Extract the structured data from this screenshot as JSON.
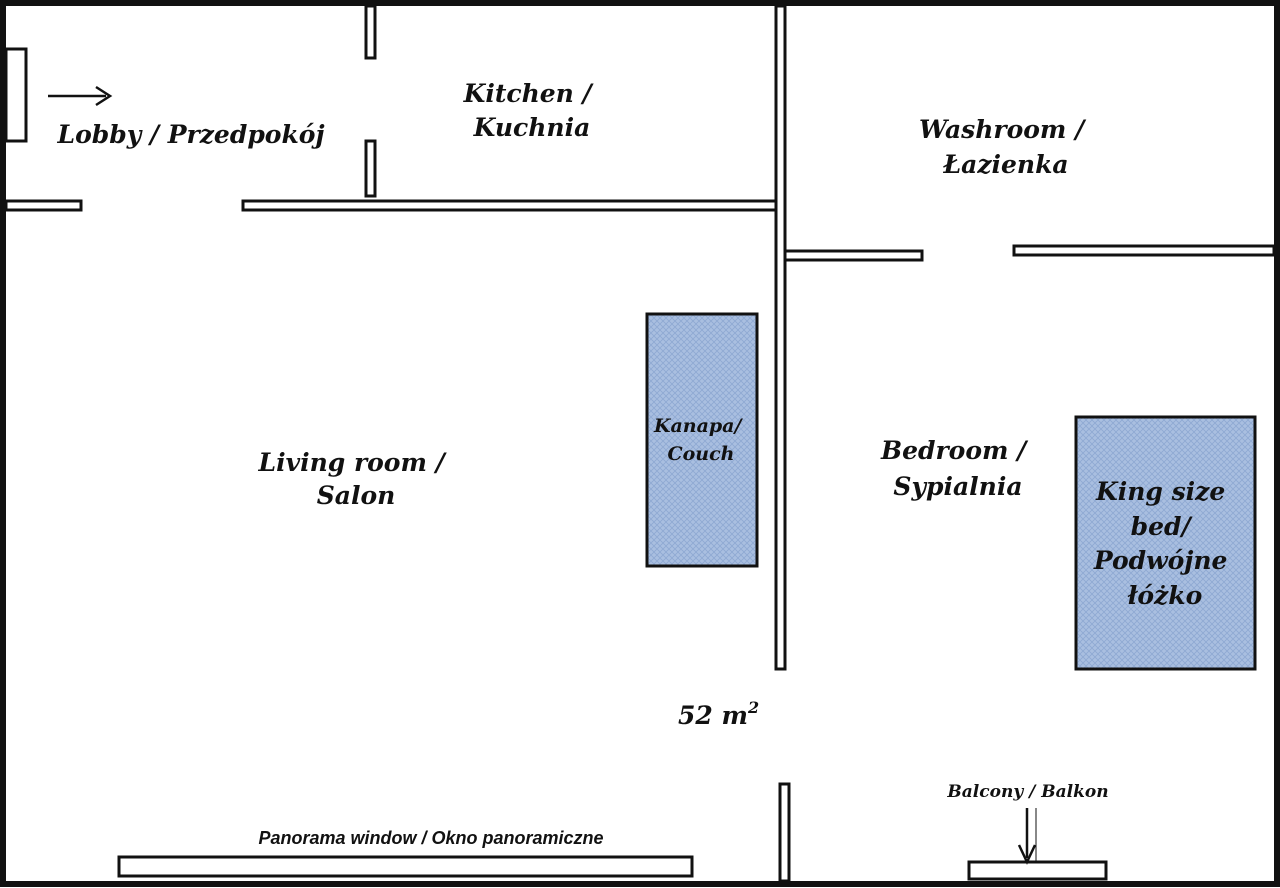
{
  "rooms": {
    "lobby": "Lobby / Przedpokój",
    "kitchen": [
      "Kitchen /",
      "Kuchnia"
    ],
    "washroom": [
      "Washroom  /",
      "Łazienka"
    ],
    "living": [
      "Living room /",
      "Salon"
    ],
    "bedroom": [
      "Bedroom /",
      "Sypialnia"
    ]
  },
  "furniture": {
    "couch": [
      "Kanapa/",
      "Couch"
    ],
    "bed": [
      "King size",
      "bed/",
      "Podwójne",
      "łóżko"
    ]
  },
  "area": {
    "value": "52 m",
    "superscript": "2"
  },
  "panorama_window": "Panorama window /  Okno panoramiczne",
  "balcony": "Balcony / Balkon",
  "colors": {
    "wall": "#111111",
    "furniture_fill": "#a9bfe0",
    "furniture_mesh": "#8ea8d2"
  }
}
